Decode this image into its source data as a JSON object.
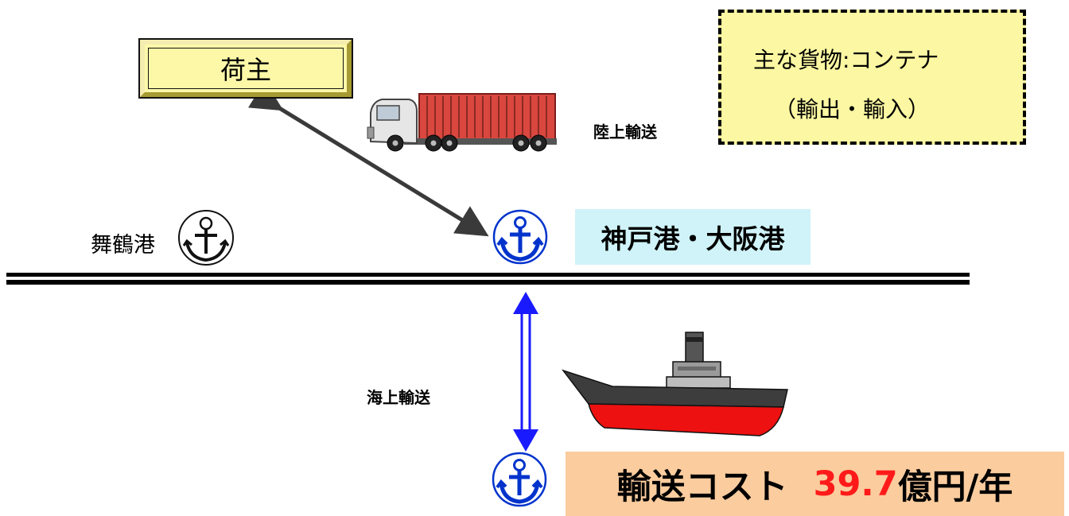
{
  "shipper": {
    "label": "荷主"
  },
  "cargo_note": {
    "line1": "主な貨物:コンテナ",
    "line2": "（輸出・輸入）"
  },
  "transport": {
    "land_label": "陸上輸送",
    "sea_label": "海上輸送"
  },
  "ports": {
    "maizuru_label": "舞鶴港",
    "kobe_osaka_label": "神戸港・大阪港"
  },
  "cost": {
    "prefix": "輸送コスト",
    "value": "39.7",
    "unit": "億円/年"
  },
  "icons": [
    "anchor-icon",
    "truck-icon",
    "ship-icon"
  ],
  "colors": {
    "shipper_fill": "#fdf8a8",
    "cargo_fill": "#fbf7a2",
    "port_label_fill": "#cff3f8",
    "cost_fill": "#fbcc9e",
    "cost_value": "#ff1a1a",
    "anchor_blue": "#0033cc",
    "sea_arrow": "#1a1aff",
    "land_arrow": "#3a3a3a"
  }
}
